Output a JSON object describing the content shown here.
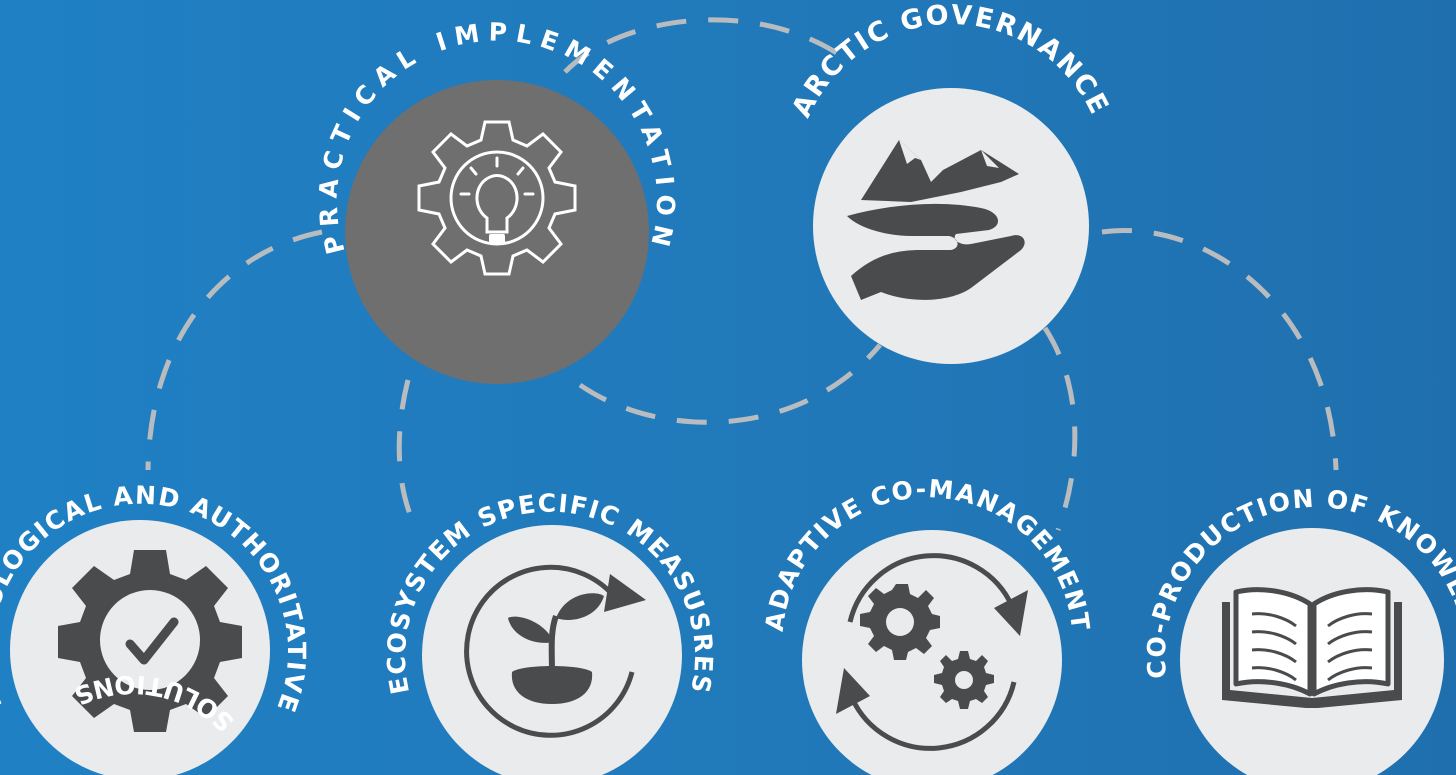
{
  "colors": {
    "background": "#1f7dc0",
    "circle_light": "#eaebec",
    "circle_dark": "#6f6f6f",
    "icon_dark": "#4a4b4c",
    "connector": "#b9bcbf",
    "label": "#ffffff"
  },
  "nodes": {
    "practical": {
      "label": "PRACTICAL IMPLEMENTATION",
      "icon": "gear-lightbulb-icon"
    },
    "arctic": {
      "label": "ARCTIC GOVERNANCE",
      "icon": "hand-holding-mountains-icon"
    },
    "tech": {
      "label_top": "TECHNOLOGICAL AND AUTHORITATIVE",
      "label_bottom": "SOLUTIONS",
      "icon": "gear-checkmark-icon"
    },
    "ecosystem": {
      "label": "ECOSYSTEM SPECIFIC MEASUSRES",
      "icon": "sprout-cycle-icon"
    },
    "adaptive": {
      "label": "ADAPTIVE CO-MANAGEMENT",
      "icon": "gears-cycle-icon"
    },
    "knowledge": {
      "label": "CO-PRODUCTION OF KNOWLEDGE",
      "icon": "open-book-icon"
    }
  }
}
